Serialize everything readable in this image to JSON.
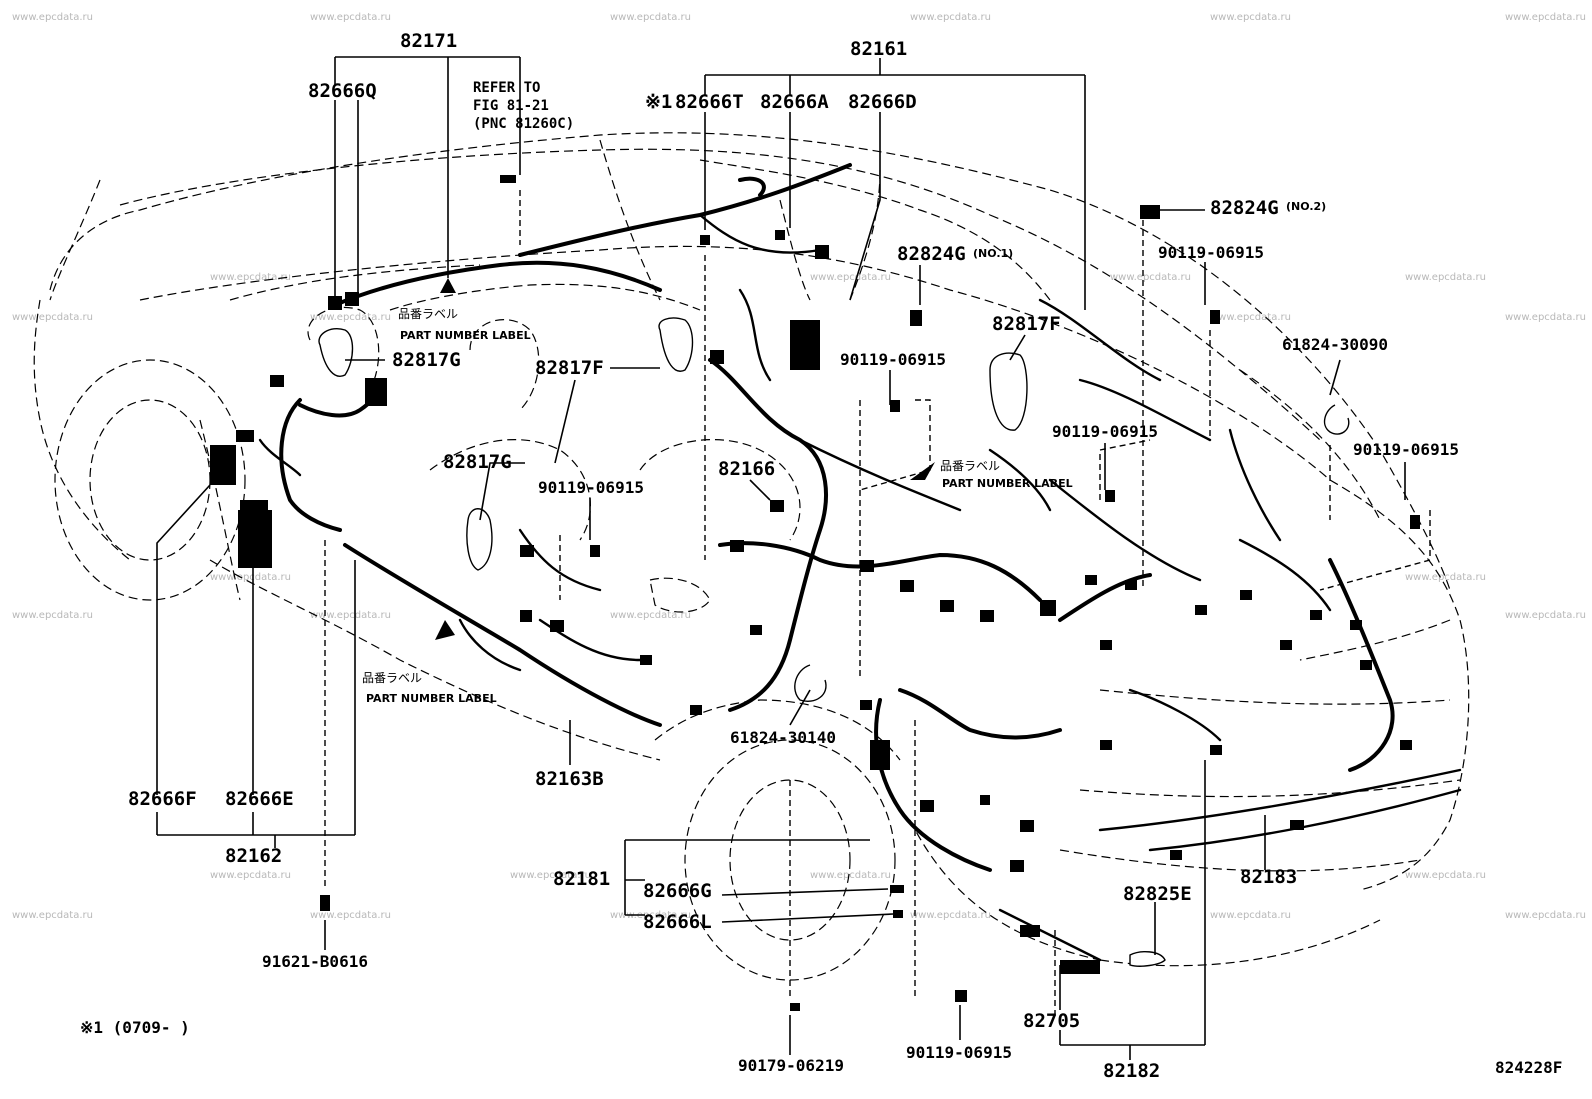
{
  "watermark": "www.epcdata.ru",
  "figure_code": "824228F",
  "footnote": "※1 (0709-     )",
  "labels": {
    "p82171": "82171",
    "p82666Q": "82666Q",
    "refer_line1": "REFER TO",
    "refer_line2": "FIG 81-21",
    "refer_line3": "(PNC 81260C)",
    "p82161": "82161",
    "mark1": "※1",
    "p82666T": "82666T",
    "p82666A": "82666A",
    "p82666D": "82666D",
    "p82824G_no2": "82824G",
    "no2": "(NO.2)",
    "p90119_a": "90119-06915",
    "p82824G_no1": "82824G",
    "no1": "(NO.1)",
    "p82817F_right": "82817F",
    "p61824_30090": "61824-30090",
    "p90119_b": "90119-06915",
    "p90119_c": "90119-06915",
    "p90119_d": "90119-06915",
    "p82817G_top": "82817G",
    "p82817F_mid": "82817F",
    "p82817G_mid": "82817G",
    "p90119_e": "90119-06915",
    "p82166": "82166",
    "jp1": "品番ラベル",
    "pnl1": "PART NUMBER LABEL",
    "jp2": "品番ラベル",
    "pnl2": "PART NUMBER LABEL",
    "jp3": "品番ラベル",
    "pnl3": "PART NUMBER LABEL",
    "p61824_30140": "61824-30140",
    "p82163B": "82163B",
    "p82666F": "82666F",
    "p82666E": "82666E",
    "p82162": "82162",
    "p91621": "91621-B0616",
    "p82181": "82181",
    "p82666G": "82666G",
    "p82666L": "82666L",
    "p82183": "82183",
    "p82825E": "82825E",
    "p82705": "82705",
    "p82182": "82182",
    "p90179": "90179-06219",
    "p90119_f": "90119-06915"
  }
}
